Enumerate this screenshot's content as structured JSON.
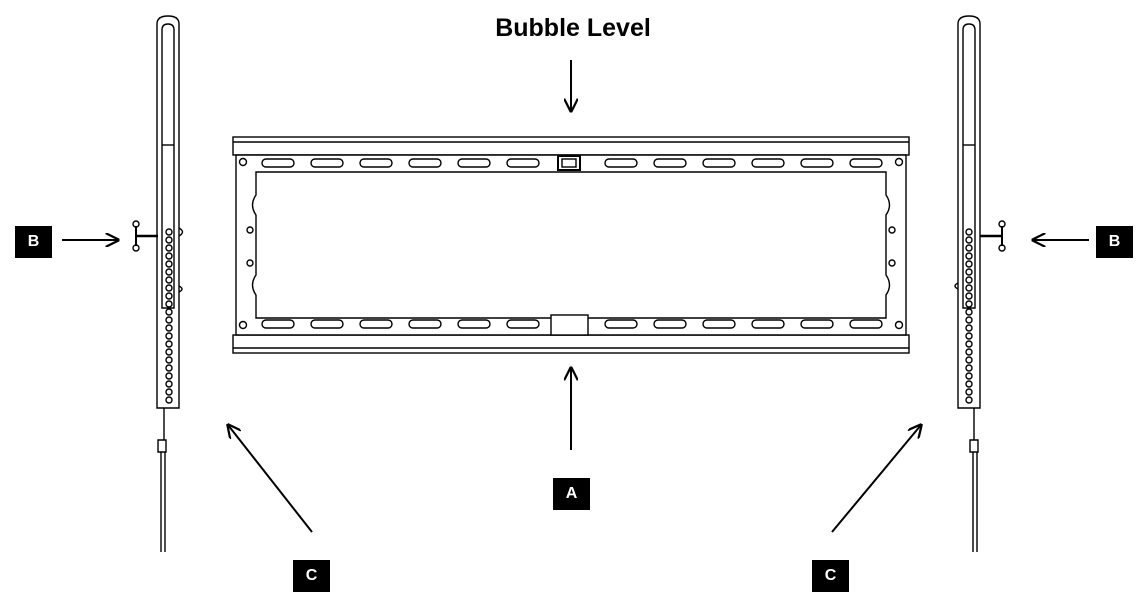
{
  "title": "Bubble Level",
  "labels": {
    "a": "A",
    "b_left": "B",
    "b_right": "B",
    "c_left": "C",
    "c_right": "C"
  },
  "colors": {
    "ink": "#000000",
    "label_bg": "#000000",
    "label_text": "#ffffff"
  }
}
